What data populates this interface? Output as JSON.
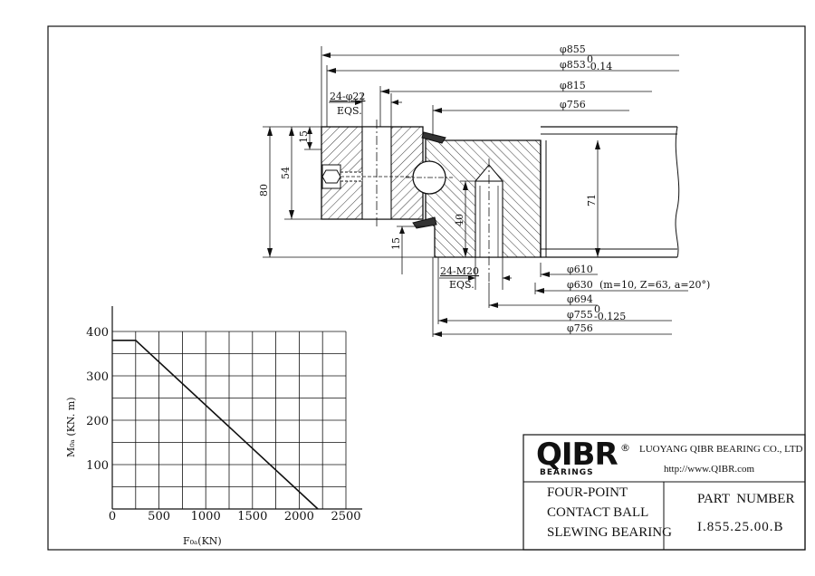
{
  "drawing": {
    "dims_top": [
      "φ855",
      "φ853",
      "φ815",
      "φ756"
    ],
    "tol_853": {
      "upper": "0",
      "lower": "-0.14"
    },
    "holes_outer": {
      "spec": "24-φ22",
      "eqs": "EQS."
    },
    "dims_bottom": [
      "φ610",
      "φ630",
      "φ694",
      "φ755",
      "φ756"
    ],
    "gear_spec": "(m=10, Z=63, a=20°)",
    "tol_755": {
      "upper": "0",
      "lower": "-0.125"
    },
    "holes_inner": {
      "spec": "24-M20",
      "eqs": "EQS."
    },
    "heights": [
      "15",
      "54",
      "80",
      "71",
      "40",
      "15"
    ]
  },
  "chart_data": {
    "type": "line",
    "xlabel": "F₀ₐ(KN)",
    "ylabel": "M₀ₐ (KN. m)",
    "x_ticks": [
      "0",
      "500",
      "1000",
      "1500",
      "2000",
      "2500"
    ],
    "y_ticks": [
      "100",
      "200",
      "300",
      "400"
    ],
    "xlim": [
      0,
      2500
    ],
    "ylim": [
      0,
      400
    ],
    "grid": true,
    "series": [
      {
        "x": [
          0,
          250,
          2200
        ],
        "y": [
          380,
          380,
          0
        ]
      }
    ]
  },
  "title_block": {
    "brand": "QIBR",
    "registered": "®",
    "brand_sub": "BEARINGS",
    "company": "LUOYANG QIBR BEARING CO., LTD",
    "website": "http://www.QIBR.com",
    "desc_line1": "FOUR-POINT",
    "desc_line2": "CONTACT BALL",
    "desc_line3": "SLEWING BEARING",
    "part_label": "PART  NUMBER",
    "part_number": "I.855.25.00.B"
  }
}
